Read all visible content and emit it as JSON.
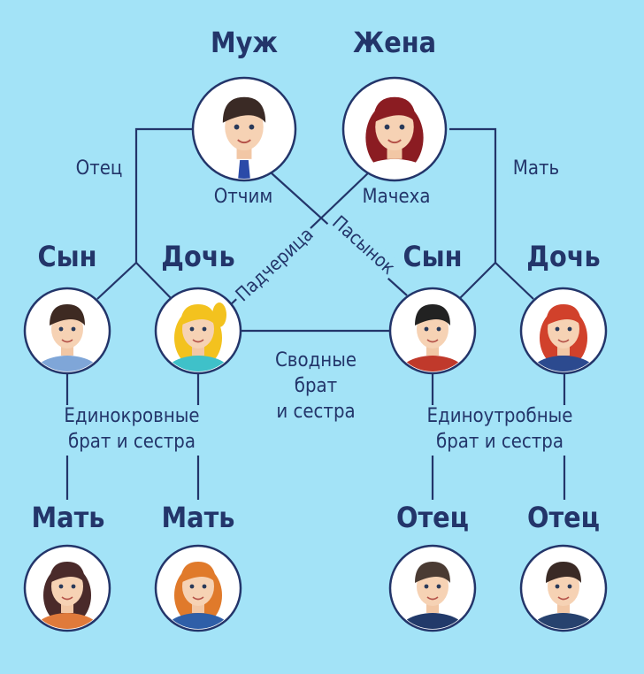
{
  "nodes": {
    "husband": "Муж",
    "wife": "Жена",
    "son_left": "Сын",
    "daughter_left": "Дочь",
    "son_right": "Сын",
    "daughter_right": "Дочь",
    "mother1": "Мать",
    "mother2": "Мать",
    "father1": "Отец",
    "father2": "Отец"
  },
  "relations": {
    "father": "Отец",
    "mother": "Мать",
    "stepfather": "Отчим",
    "stepmother": "Мачеха",
    "stepdaughter": "Падчерица",
    "stepson": "Пасынок",
    "stepsiblings_1": "Сводные",
    "stepsiblings_2": "брат",
    "stepsiblings_3": "и сестра",
    "paternal_half_1": "Единокровные",
    "paternal_half_2": "брат и сестра",
    "maternal_half_1": "Единоутробные",
    "maternal_half_2": "брат и сестра"
  },
  "colors": {
    "background": "#a3e3f7",
    "lines": "#23356a",
    "text": "#23356a"
  }
}
